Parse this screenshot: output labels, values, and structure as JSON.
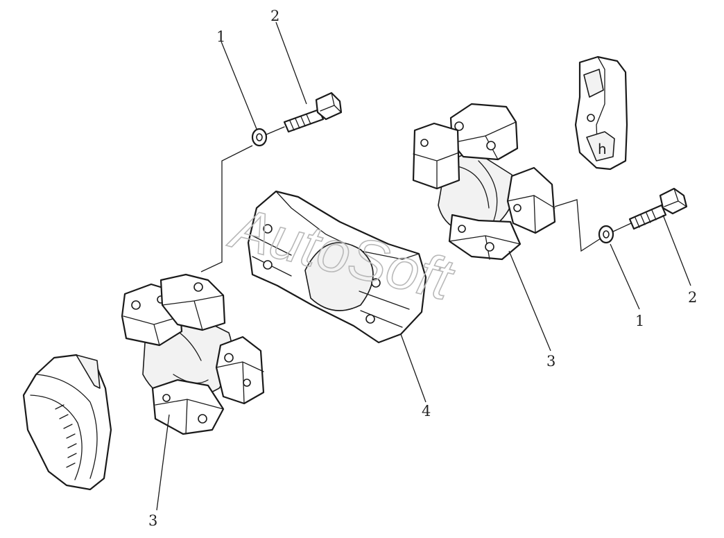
{
  "callouts": {
    "washer_top": "1",
    "bolt_top": "2",
    "washer_right": "1",
    "bolt_right": "2",
    "spider_left": "3",
    "spider_right": "3",
    "yoke_center": "4"
  },
  "watermark": "AutoSoft",
  "colors": {
    "line": "#1a1a1a",
    "background": "#ffffff",
    "watermark": "#b8b8b8"
  }
}
